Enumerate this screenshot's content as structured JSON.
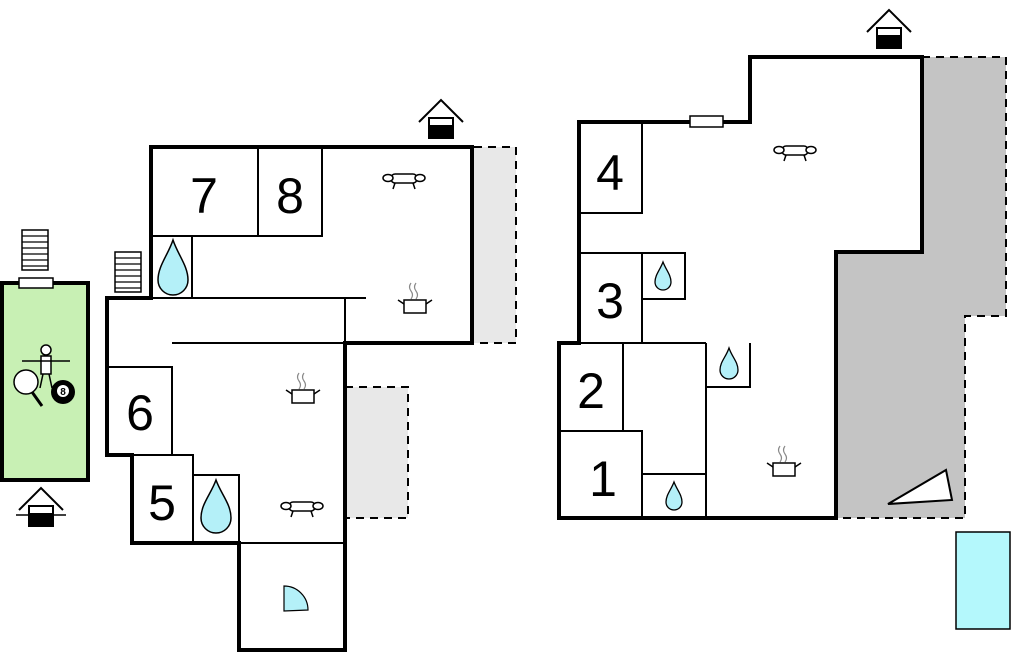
{
  "room_labels": {
    "r7": "7",
    "r8": "8",
    "r6": "6",
    "r5": "5",
    "r4": "4",
    "r3": "3",
    "r2": "2",
    "r1": "1",
    "ball": "8"
  },
  "colors": {
    "wall": "#000000",
    "games_room": "#c8f0b4",
    "terrace_light": "#e8e8e8",
    "terrace_dark": "#c4c4c4",
    "water": "#b4f0f8",
    "pool": "#b4f8fc"
  },
  "icons": [
    "entrance-icon",
    "sofa-icon",
    "cooking-pot-icon",
    "shower-drop-icon",
    "stairs-icon",
    "table-tennis-icon",
    "table-football-icon",
    "billiard-ball-icon",
    "fireplace-icon",
    "deckchair-icon",
    "pool-icon"
  ]
}
